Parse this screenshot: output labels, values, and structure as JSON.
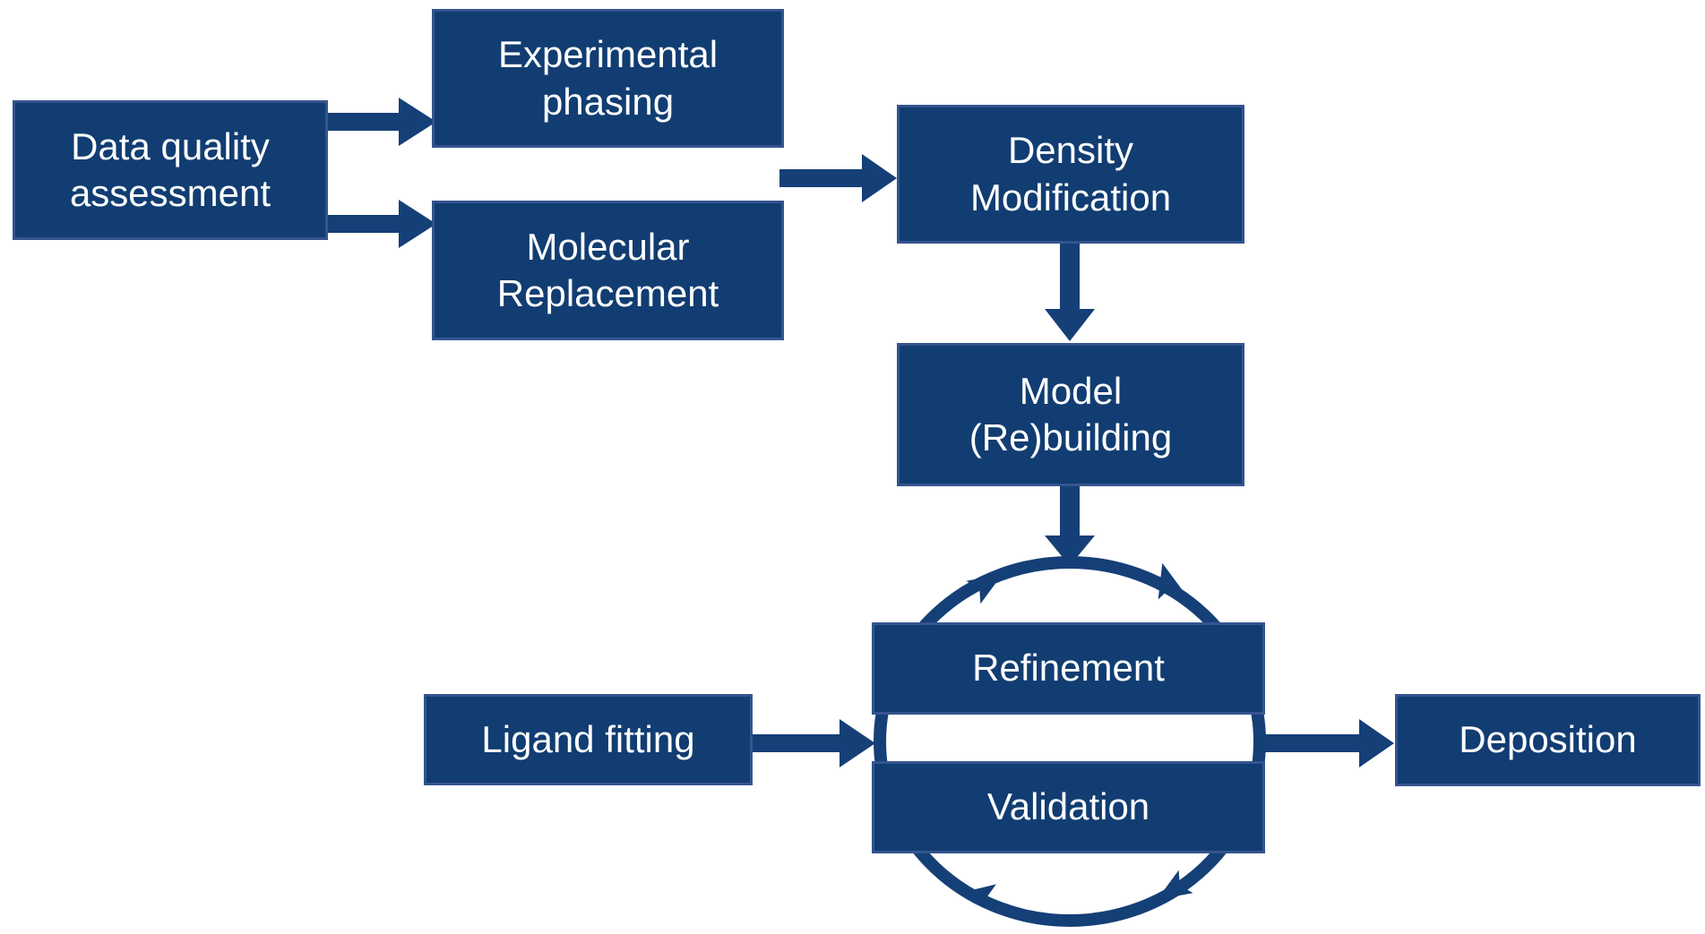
{
  "diagram": {
    "type": "flowchart",
    "description_visible_text_only": true,
    "colors": {
      "box_fill": "#113d72",
      "box_border": "#35548f",
      "arrow": "#153f77",
      "text": "#ffffff",
      "background": "#ffffff"
    },
    "nodes": {
      "data_quality_assessment": "Data quality assessment",
      "experimental_phasing": "Experimental phasing",
      "molecular_replacement": "Molecular Replacement",
      "density_modification": "Density Modification",
      "model_rebuilding": "Model (Re)building",
      "refinement": "Refinement",
      "validation": "Validation",
      "ligand_fitting": "Ligand fitting",
      "deposition": "Deposition"
    },
    "edges": [
      {
        "from": "data_quality_assessment",
        "to": "experimental_phasing"
      },
      {
        "from": "data_quality_assessment",
        "to": "molecular_replacement"
      },
      {
        "from": "experimental_phasing_and_molecular_replacement",
        "to": "density_modification"
      },
      {
        "from": "density_modification",
        "to": "model_rebuilding"
      },
      {
        "from": "model_rebuilding",
        "to": "refinement_validation_cycle"
      },
      {
        "from": "ligand_fitting",
        "to": "refinement_validation_cycle"
      },
      {
        "from": "refinement_validation_cycle",
        "to": "deposition"
      },
      {
        "type": "cycle",
        "between": [
          "refinement",
          "validation"
        ]
      }
    ]
  }
}
